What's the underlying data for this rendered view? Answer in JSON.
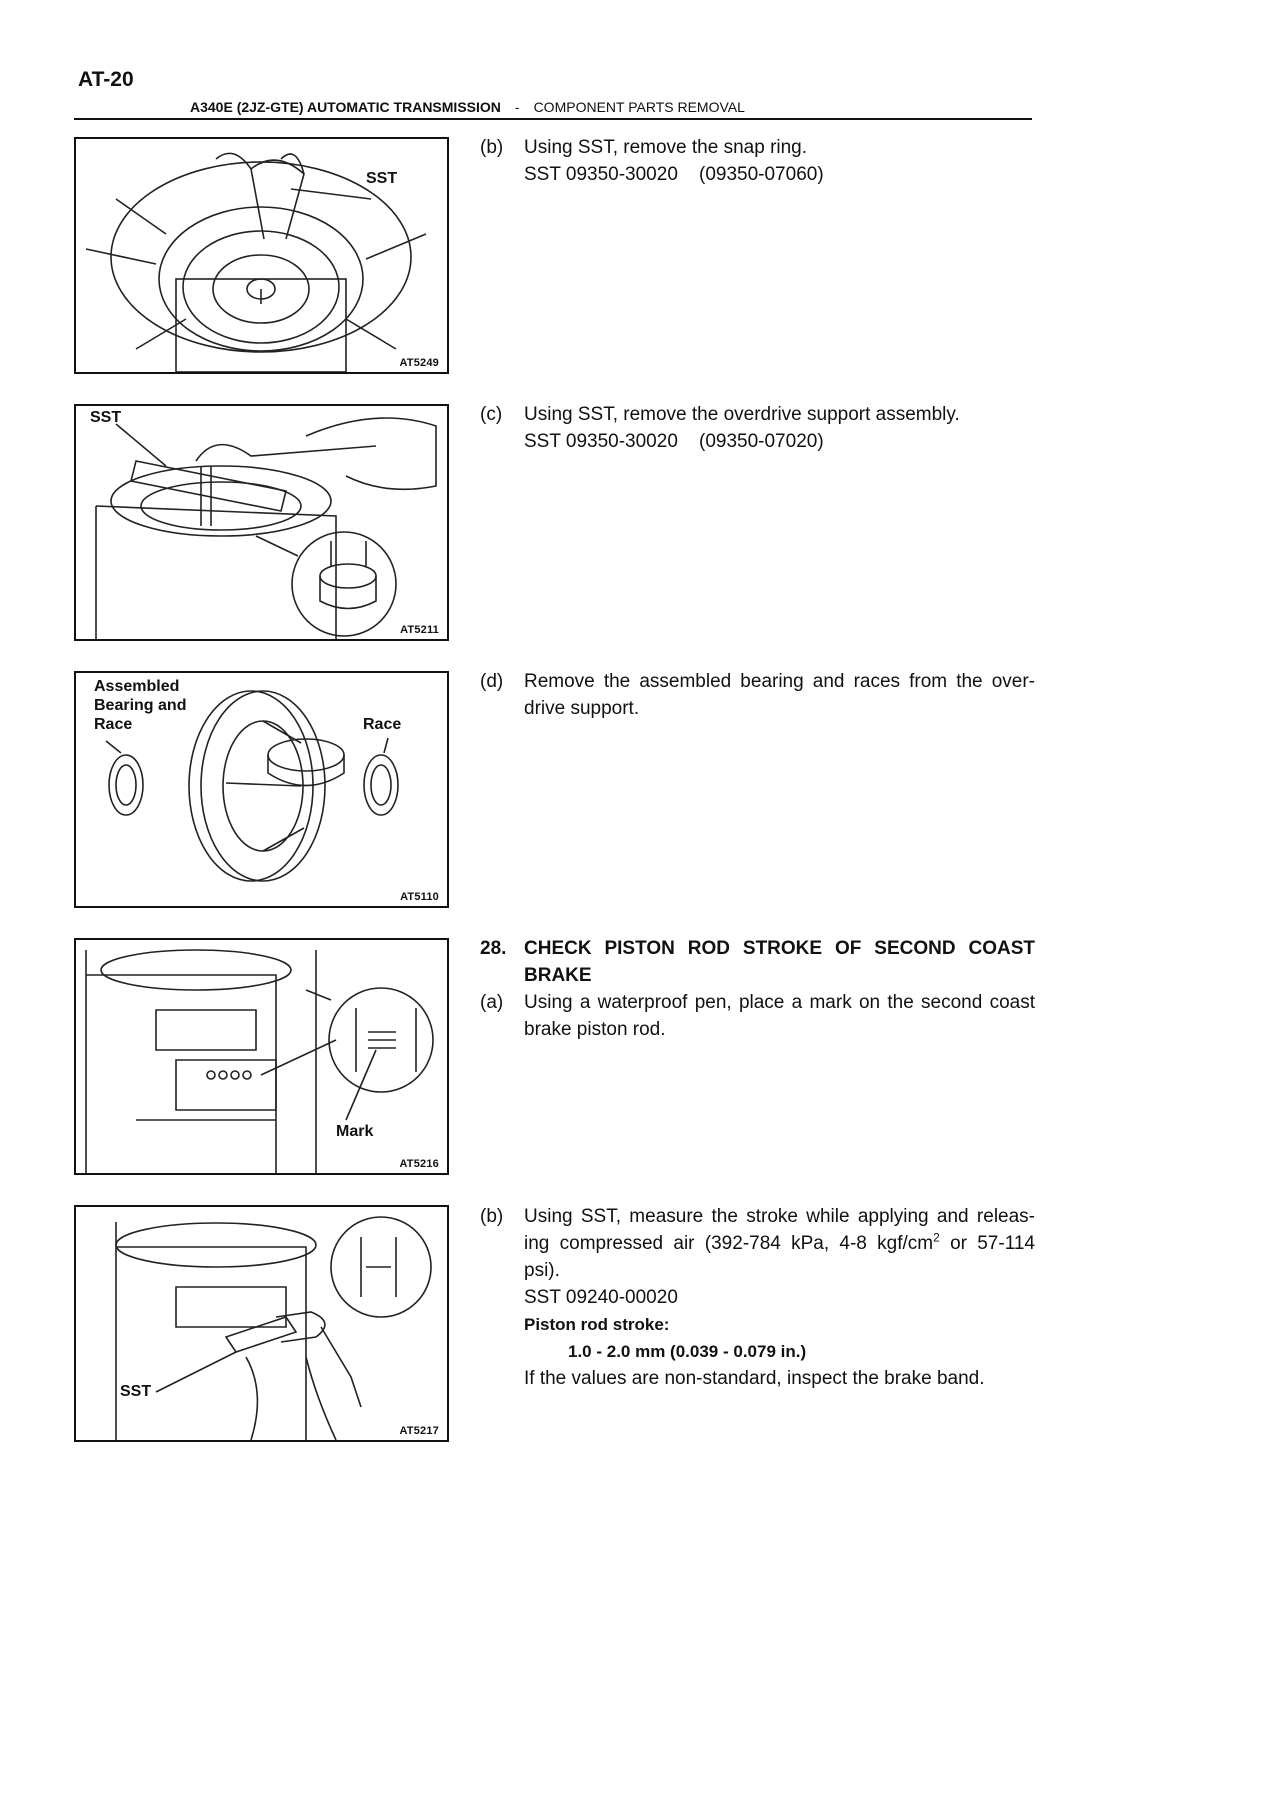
{
  "page_number": "AT-20",
  "header": {
    "model": "A340E (2JZ-GTE)  AUTOMATIC TRANSMISSION",
    "separator": "-",
    "section": "COMPONENT PARTS REMOVAL"
  },
  "figures": [
    {
      "code": "AT5249",
      "labels": [
        "SST"
      ]
    },
    {
      "code": "AT5211",
      "labels": [
        "SST"
      ]
    },
    {
      "code": "AT5110",
      "labels": [
        "Assembled",
        "Bearing and",
        "Race",
        "Race"
      ]
    },
    {
      "code": "AT5216",
      "labels": [
        "Mark"
      ]
    },
    {
      "code": "AT5217",
      "labels": [
        "SST"
      ]
    }
  ],
  "steps": {
    "b1": {
      "tag": "(b)",
      "line1": "Using SST, remove the snap ring.",
      "line2": "SST 09350-30020    (09350-07060)"
    },
    "c": {
      "tag": "(c)",
      "line1": "Using SST, remove the overdrive support assembly.",
      "line2": "SST 09350-30020    (09350-07020)"
    },
    "d": {
      "tag": "(d)",
      "text": "Remove the assembled bearing and races from the over-drive support."
    },
    "s28": {
      "num": "28.",
      "title": "CHECK PISTON ROD STROKE OF SECOND COAST BRAKE"
    },
    "a": {
      "tag": "(a)",
      "text": "Using a waterproof pen, place a mark on the second coast brake piston rod."
    },
    "b2": {
      "tag": "(b)",
      "text_before_sup": "Using SST, measure the stroke while applying and releas-ing compressed air (392-784 kPa, 4-8 kgf/cm",
      "sup": "2",
      "text_after_sup": " or 57-114 psi).",
      "sst": "SST 09240-00020",
      "spec_label": "Piston rod stroke:",
      "spec_value": "1.0 - 2.0 mm (0.039 - 0.079 in.)",
      "note": "If the values are non-standard, inspect the brake band."
    }
  }
}
